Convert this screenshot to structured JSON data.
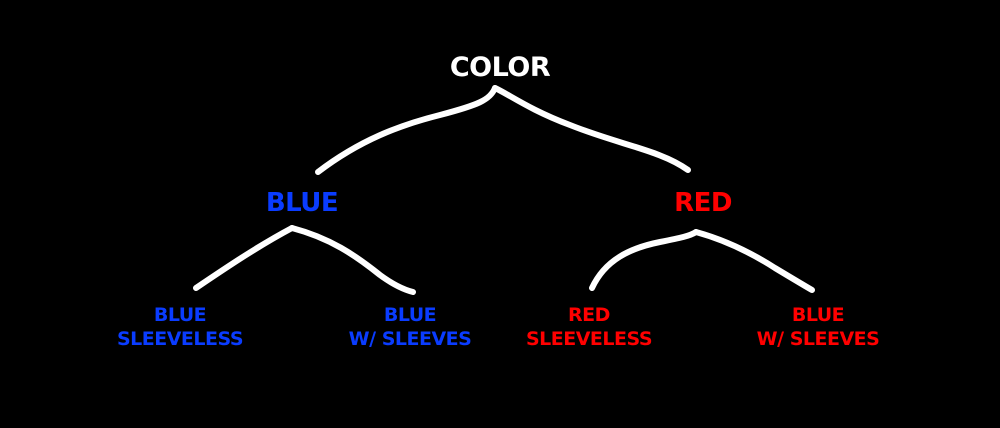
{
  "diagram": {
    "colors": {
      "background": "#000000",
      "root": "#ffffff",
      "blue": "#0a3cff",
      "red": "#ff0000",
      "connector": "#ffffff"
    },
    "root": {
      "label": "COLOR"
    },
    "branches": [
      {
        "label": "BLUE",
        "color_key": "blue",
        "children": [
          {
            "line1": "BLUE",
            "line2": "SLEEVELESS",
            "color_key": "blue"
          },
          {
            "line1": "BLUE",
            "line2": "W/ SLEEVES",
            "color_key": "blue"
          }
        ]
      },
      {
        "label": "RED",
        "color_key": "red",
        "children": [
          {
            "line1": "RED",
            "line2": "SLEEVELESS",
            "color_key": "red"
          },
          {
            "line1": "BLUE",
            "line2": "W/ SLEEVES",
            "color_key": "red"
          }
        ]
      }
    ]
  }
}
